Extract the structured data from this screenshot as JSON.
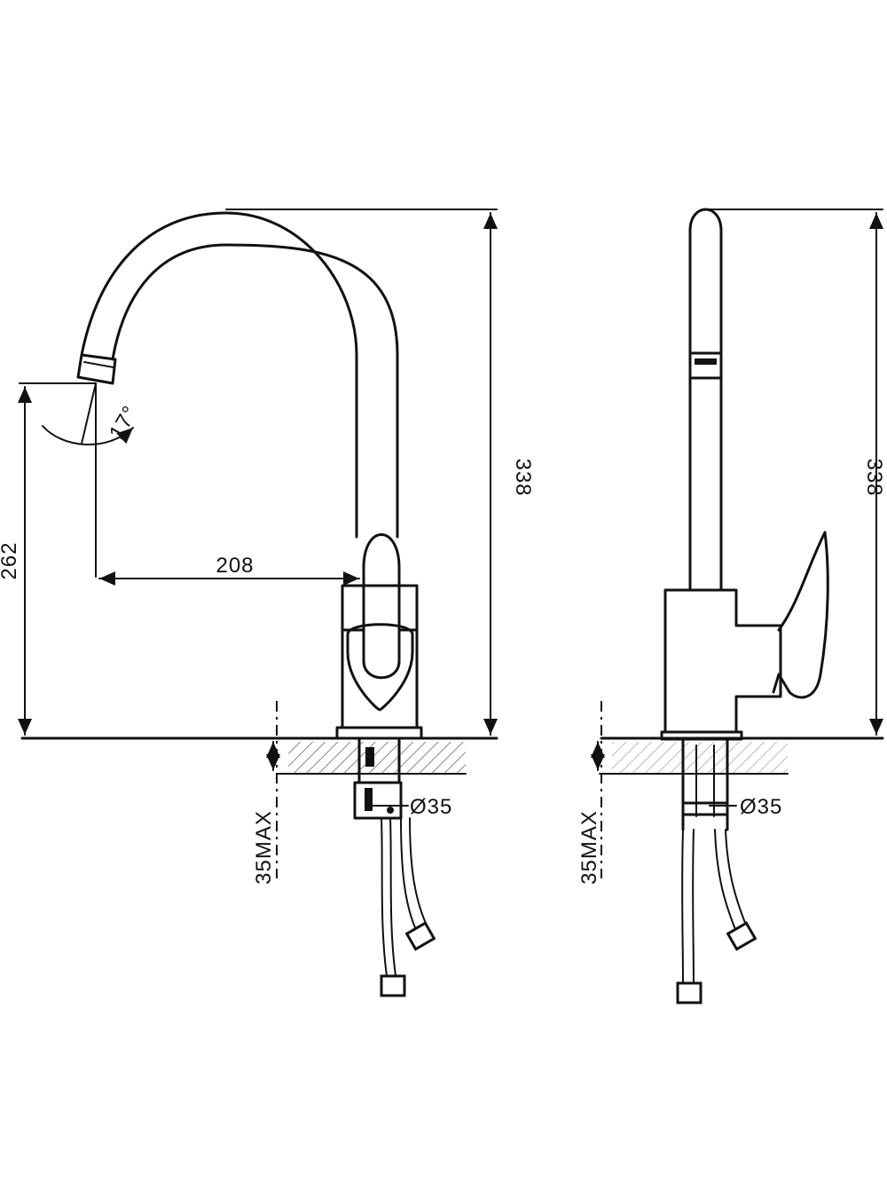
{
  "views": {
    "front": {
      "dim_height_total": "338",
      "dim_spout_height": "262",
      "dim_reach": "208",
      "dim_angle": "17°",
      "dim_hole_diameter": "Ø35",
      "dim_max_thickness": "35MAX"
    },
    "side": {
      "dim_height_total": "338",
      "dim_hole_diameter": "Ø35",
      "dim_max_thickness": "35MAX"
    }
  },
  "colors": {
    "line": "#111111",
    "hatch": "#888888",
    "background": "#ffffff"
  }
}
